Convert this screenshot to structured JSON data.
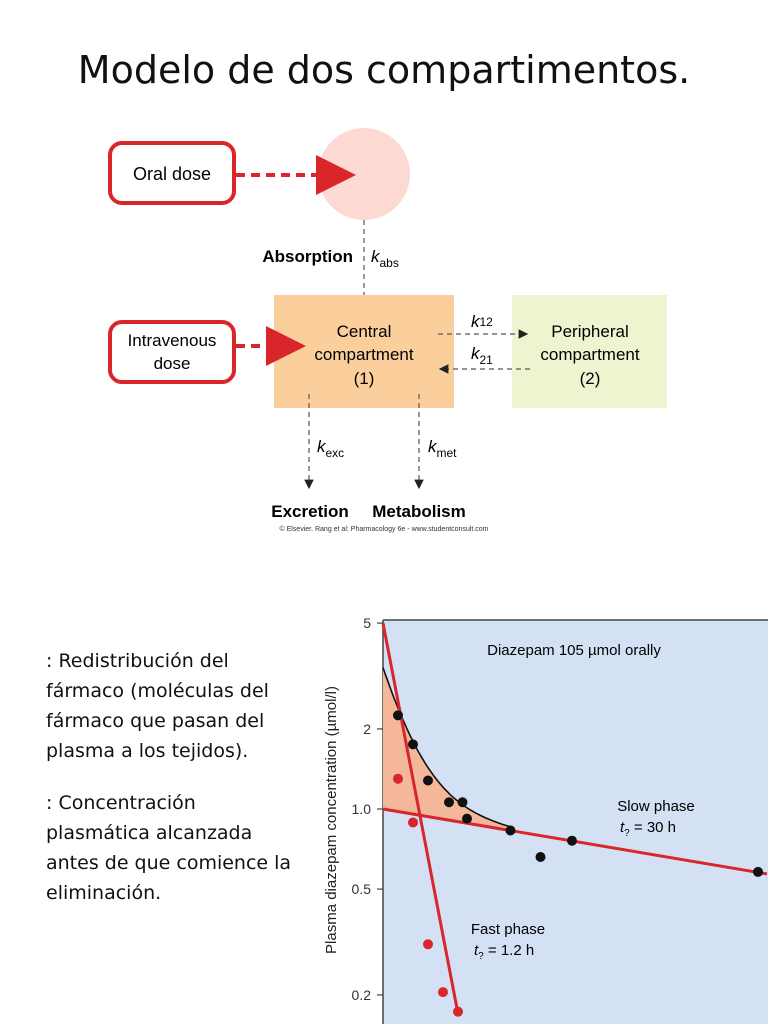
{
  "title": "Modelo de dos compartimentos.",
  "diagram": {
    "oral_dose": "Oral dose",
    "iv_dose_line1": "Intravenous",
    "iv_dose_line2": "dose",
    "absorption": "Absorption",
    "k_abs_main": "k",
    "k_abs_sub": "abs",
    "central_line1": "Central",
    "central_line2": "compartment",
    "central_line3": "(1)",
    "peripheral_line1": "Peripheral",
    "peripheral_line2": "compartment",
    "peripheral_line3": "(2)",
    "k12_main": "k",
    "k12_sub": "12",
    "k21_main": "k",
    "k21_sub": "21",
    "kexc_main": "k",
    "kexc_sub": "exc",
    "kmet_main": "k",
    "kmet_sub": "met",
    "excretion": "Excretion",
    "metabolism": "Metabolism",
    "credit": "© Elsevier. Rang et al: Pharmacology 6e - www.studentconsult.com",
    "colors": {
      "red": "#d8262a",
      "orange_box": "#fbcf9c",
      "green_box": "#eff3cf",
      "pink_circle": "#fcdad3"
    }
  },
  "bullets": [
    {
      "symbol": "",
      "text": " : Redistribución del fármaco (moléculas del fármaco que pasan del plasma a los tejidos)."
    },
    {
      "symbol": "",
      "text": " : Concentración plasmática alcanzada antes de que comience la eliminación."
    }
  ],
  "chart_data": {
    "type": "scatter",
    "title": "Diazepam 105 µmol orally",
    "ylabel": "Plasma diazepam concentration (µmol/l)",
    "y_scale": "log",
    "yticks": [
      "5",
      "2",
      "1.0",
      "0.5",
      "0.2"
    ],
    "ytick_values": [
      5,
      2,
      1.0,
      0.5,
      0.2
    ],
    "slow_phase_label": "Slow phase",
    "slow_phase_t": "t",
    "slow_phase_t_sub": "?",
    "slow_phase_value": " = 30 h",
    "fast_phase_label": "Fast phase",
    "fast_phase_t": "t",
    "fast_phase_t_sub": "?",
    "fast_phase_value": " = 1.2 h",
    "black_points": [
      {
        "t": 1.0,
        "y": 2.25
      },
      {
        "t": 2.0,
        "y": 1.75
      },
      {
        "t": 3.0,
        "y": 1.28
      },
      {
        "t": 4.4,
        "y": 1.06
      },
      {
        "t": 5.3,
        "y": 1.06
      },
      {
        "t": 5.6,
        "y": 0.92
      },
      {
        "t": 8.5,
        "y": 0.83
      },
      {
        "t": 10.5,
        "y": 0.66
      },
      {
        "t": 12.6,
        "y": 0.76
      },
      {
        "t": 25.0,
        "y": 0.58
      }
    ],
    "red_points": [
      {
        "t": 1.0,
        "y": 1.3
      },
      {
        "t": 2.0,
        "y": 0.89
      },
      {
        "t": 3.0,
        "y": 0.31
      },
      {
        "t": 4.0,
        "y": 0.205
      },
      {
        "t": 5.0,
        "y": 0.173
      }
    ],
    "colors": {
      "background": "#d4e1f5",
      "red": "#d8262a",
      "fill": "#f5b79a",
      "curve": "#111111"
    }
  }
}
